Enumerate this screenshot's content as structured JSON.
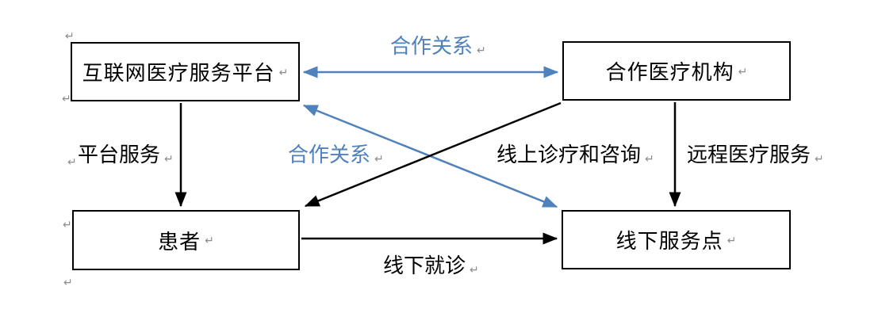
{
  "marks": {
    "pilcrow": "↵"
  },
  "colors": {
    "accent_blue": "#4f81bd",
    "line_black": "#000000",
    "mark_gray": "#8c8c8c"
  },
  "nodes": [
    {
      "id": "internet-platform",
      "label": "互联网医疗服务平台"
    },
    {
      "id": "partner-hospital",
      "label": "合作医疗机构"
    },
    {
      "id": "patient",
      "label": "患者"
    },
    {
      "id": "offline-service-point",
      "label": "线下服务点"
    }
  ],
  "edges": [
    {
      "from": "internet-platform",
      "to": "partner-hospital",
      "label": "合作关系",
      "style": "blue",
      "heads": "both"
    },
    {
      "from": "internet-platform",
      "to": "patient",
      "label": "平台服务",
      "style": "black",
      "heads": "end"
    },
    {
      "from": "internet-platform",
      "to": "offline-service-point",
      "label": "合作关系",
      "style": "blue",
      "heads": "both"
    },
    {
      "from": "partner-hospital",
      "to": "patient",
      "label": "线上诊疗和咨询",
      "style": "black",
      "heads": "end"
    },
    {
      "from": "partner-hospital",
      "to": "offline-service-point",
      "label": "远程医疗服务",
      "style": "black",
      "heads": "end"
    },
    {
      "from": "patient",
      "to": "offline-service-point",
      "label": "线下就诊",
      "style": "black",
      "heads": "end"
    }
  ]
}
